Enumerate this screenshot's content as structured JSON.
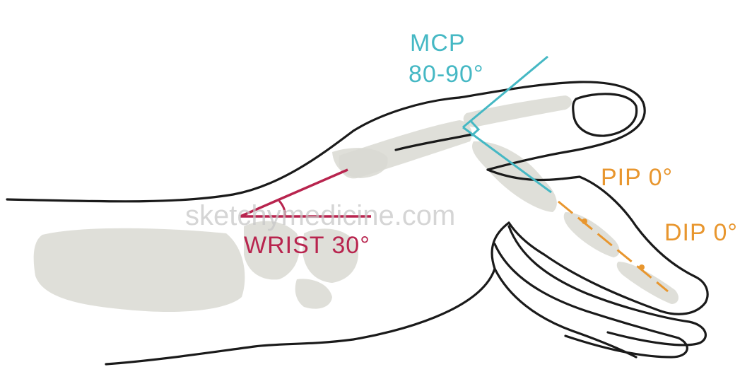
{
  "labels": {
    "mcp_title": "MCP",
    "mcp_angle": "80-90°",
    "pip": "PIP 0°",
    "dip": "DIP 0°",
    "wrist": "WRIST 30°"
  },
  "watermark": "sketchymedicine.com",
  "colors": {
    "mcp": "#45b8c4",
    "pip_dip": "#e8962e",
    "wrist": "#b8244e",
    "outline": "#1a1a1a",
    "bone": "#d9d9d2"
  }
}
